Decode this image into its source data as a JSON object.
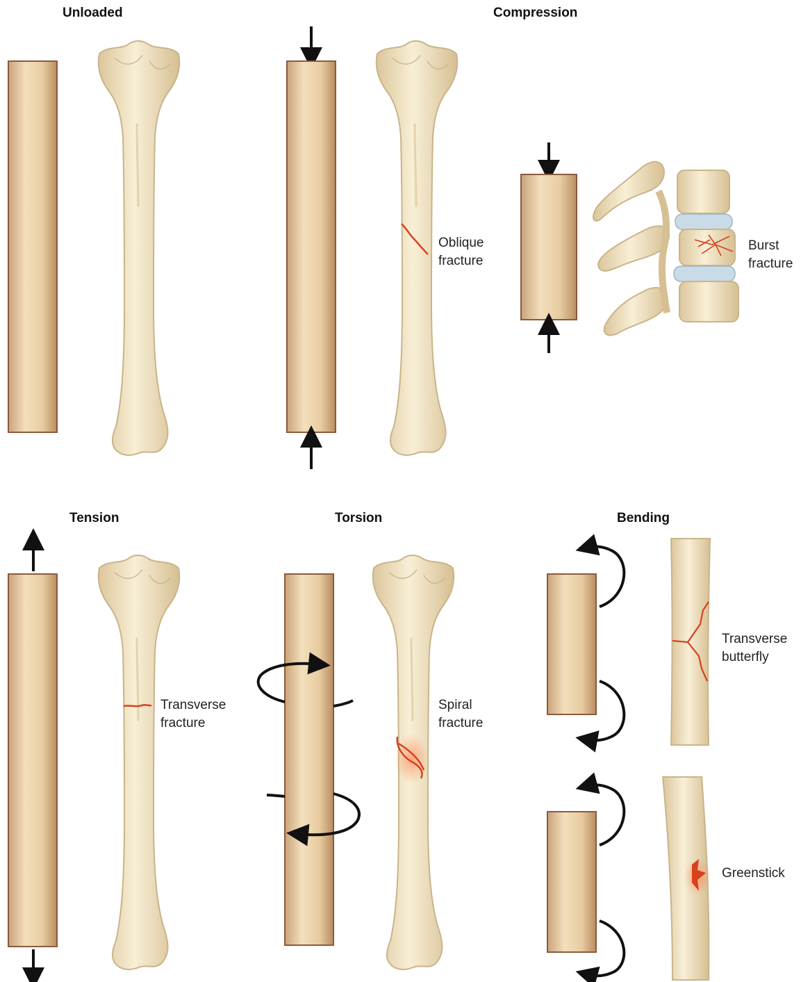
{
  "headings": {
    "unloaded": "Unloaded",
    "compression": "Compression",
    "tension": "Tension",
    "torsion": "Torsion",
    "bending": "Bending"
  },
  "labels": {
    "oblique": [
      "Oblique",
      "fracture"
    ],
    "burst": [
      "Burst",
      "fracture"
    ],
    "transverse": [
      "Transverse",
      "fracture"
    ],
    "spiral": [
      "Spiral",
      "fracture"
    ],
    "butterfly": [
      "Transverse",
      "butterfly"
    ],
    "greenstick": [
      "Greenstick"
    ]
  },
  "colors": {
    "cylinder_fill": "#ecd2a8",
    "cylinder_edge": "#8a5a3c",
    "bone": "#f2e5c3",
    "bone_outline": "#c9b48a",
    "fracture": "#d8401e",
    "disc": "#c9dbe6",
    "arrow": "#111111"
  }
}
